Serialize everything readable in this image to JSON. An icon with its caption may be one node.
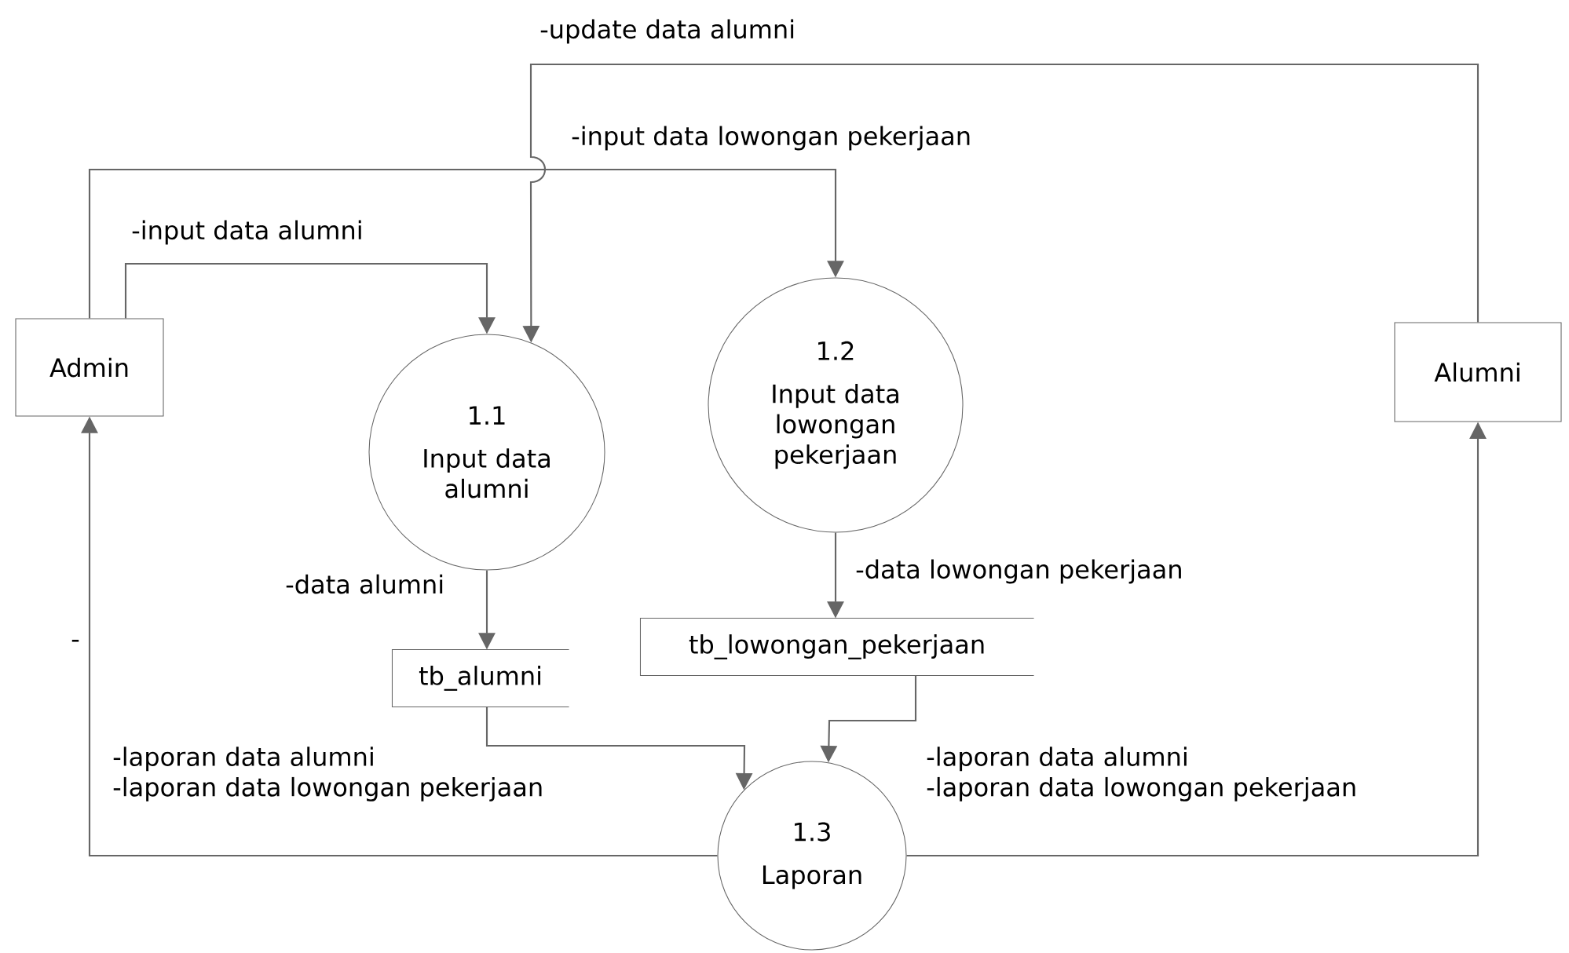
{
  "diagram": {
    "nodes": [
      {
        "text": [
          "Admin"
        ]
      },
      {
        "text": [
          "1.1",
          "Input data alumni"
        ]
      },
      {
        "text": [
          "1.2",
          "Input data lowongan pekerjaan"
        ]
      },
      {
        "text": [
          "Alumni"
        ]
      },
      {
        "text": [
          "tb_alumni"
        ]
      },
      {
        "text": [
          "tb_lowongan_pekerjaan"
        ]
      },
      {
        "text": [
          "1.3",
          "Laporan"
        ]
      }
    ],
    "edges": [
      {
        "from": 0,
        "to": 1,
        "arrow": "to",
        "label": "-input data alumni"
      },
      {
        "from": 0,
        "to": 2,
        "arrow": "to",
        "label": "-input data lowongan pekerjaan"
      },
      {
        "from": 3,
        "to": 1,
        "arrow": "to",
        "label": "-update data alumni"
      },
      {
        "from": 1,
        "to": 4,
        "arrow": "to",
        "label": "-data alumni"
      },
      {
        "from": 2,
        "to": 5,
        "arrow": "to",
        "label": "-data lowongan pekerjaan"
      },
      {
        "from": 4,
        "to": 6,
        "arrow": "to"
      },
      {
        "from": 5,
        "to": 6,
        "arrow": "to"
      },
      {
        "from": 6,
        "to": 0,
        "arrow": "to",
        "label": "-laporan data alumni -laporan data lowongan pekerjaan"
      },
      {
        "from": 6,
        "to": 3,
        "arrow": "to",
        "label": "-laporan data alumni -laporan data lowongan pekerjaan"
      }
    ],
    "labels": [
      "-"
    ]
  }
}
